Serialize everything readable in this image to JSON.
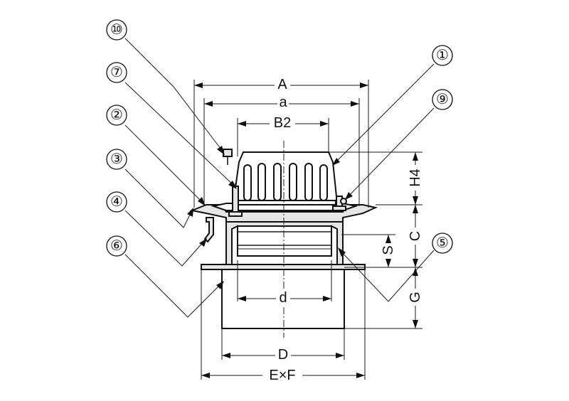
{
  "dimensions": {
    "A": "A",
    "a": "a",
    "B2": "B2",
    "d": "d",
    "D": "D",
    "ExF": "E×F",
    "H4": "H4",
    "C": "C",
    "S": "S",
    "G": "G"
  },
  "part_numbers": [
    "⑩",
    "⑦",
    "②",
    "③",
    "④",
    "⑥",
    "①",
    "⑨",
    "⑤"
  ]
}
